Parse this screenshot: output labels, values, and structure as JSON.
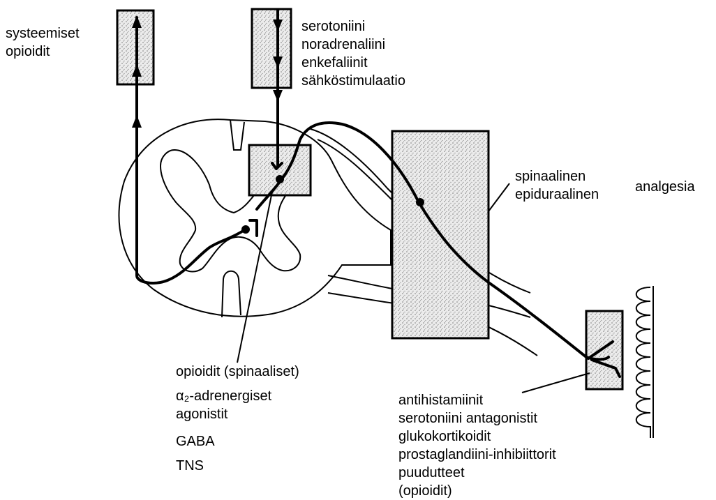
{
  "labels": {
    "systemic": [
      "systeemiset",
      "opioidit"
    ],
    "descending": [
      "serotoniini",
      "noradrenaliini",
      "enkefaliinit",
      "sähköstimulaatio"
    ],
    "spinal_epidural": [
      "spinaalinen",
      "epiduraalinen"
    ],
    "analgesia": "analgesia",
    "spinal_drugs": [
      "opioidit (spinaaliset)",
      "α₂-adrenergiset",
      "agonistit",
      "GABA",
      "TNS"
    ],
    "peripheral_drugs": [
      "antihistamiinit",
      "serotoniini antagonistit",
      "glukokortikoidit",
      "prostaglandiini-inhibiittorit",
      "puudutteet",
      "(opioidit)"
    ]
  }
}
